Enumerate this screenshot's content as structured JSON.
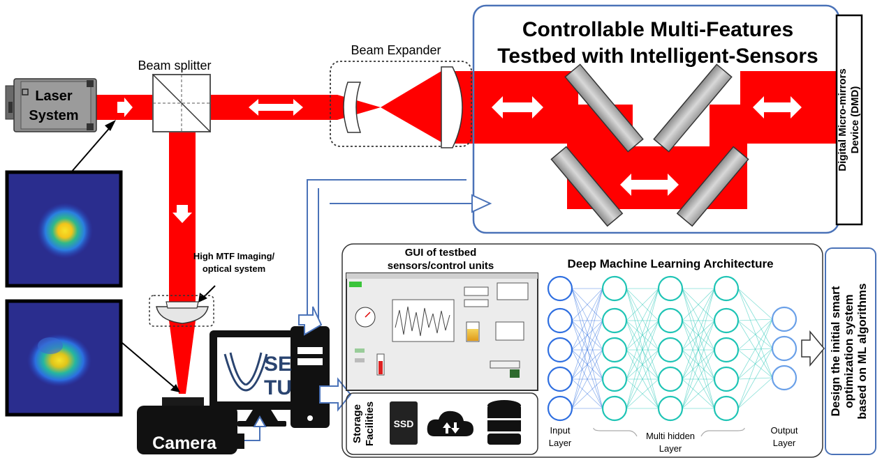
{
  "title": {
    "line1": "Controllable Multi-Features",
    "line2": "Testbed with Intelligent-Sensors"
  },
  "labels": {
    "laser": [
      "Laser",
      "System"
    ],
    "beam_splitter": "Beam splitter",
    "beam_expander": "Beam Expander",
    "dmd": [
      "Digital Micro-mirrors",
      "Device (DMD)"
    ],
    "imaging": [
      "High MTF Imaging/",
      "optical system"
    ],
    "camera": "Camera",
    "logo": [
      "SE",
      "TU"
    ],
    "gui_title": [
      "GUI of testbed",
      "sensors/control units"
    ],
    "storage": [
      "Storage",
      "Facilities"
    ],
    "ssd": "SSD",
    "dml_title": "Deep Machine Learning Architecture",
    "input_layer": [
      "Input",
      "Layer"
    ],
    "hidden_layer": [
      "Multi hidden",
      "Layer"
    ],
    "output_layer": [
      "Output",
      "Layer"
    ],
    "design": [
      "Design the initial smart",
      "optimization system",
      "based on ML algorithms"
    ]
  },
  "colors": {
    "laser": "#ff0000",
    "frame": "#4a72b8",
    "input_nodes": "#2f6fe0",
    "hidden_nodes": "#1fc4b5",
    "output_nodes": "#6aa0e8"
  }
}
